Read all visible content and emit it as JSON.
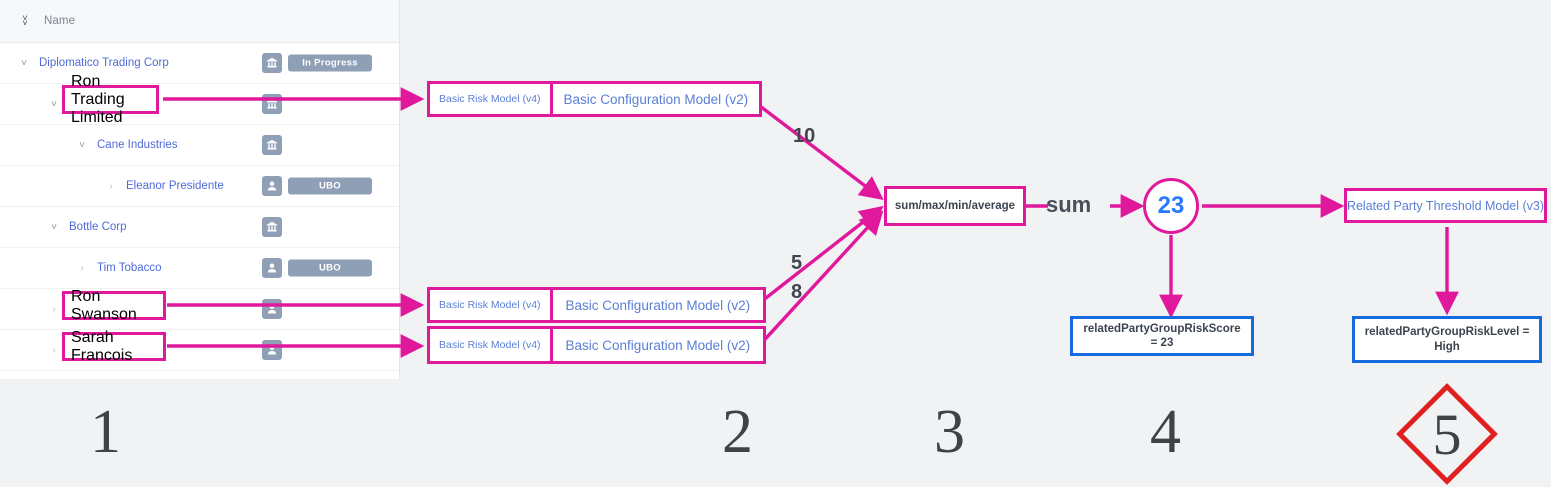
{
  "tree": {
    "header": {
      "label": "Name",
      "collapse_icon": "collapse-all-icon"
    },
    "rows": [
      {
        "name": "Diplomatico Trading Corp",
        "caret": "chevron-down-icon",
        "indent": 0,
        "icon": "bank-icon",
        "badge": "In Progress",
        "highlighted": false
      },
      {
        "name": "Ron Trading Limited",
        "caret": "chevron-down-icon",
        "indent": 1,
        "icon": "bank-icon",
        "badge": "",
        "highlighted": true
      },
      {
        "name": "Cane Industries",
        "caret": "chevron-down-icon",
        "indent": 2,
        "icon": "bank-icon",
        "badge": "",
        "highlighted": false
      },
      {
        "name": "Eleanor Presidente",
        "caret": "chevron-right-icon",
        "indent": 3,
        "icon": "person-icon",
        "badge": "UBO",
        "highlighted": false
      },
      {
        "name": "Bottle Corp",
        "caret": "chevron-down-icon",
        "indent": 1,
        "icon": "bank-icon",
        "badge": "",
        "highlighted": false
      },
      {
        "name": "Tim Tobacco",
        "caret": "chevron-right-icon",
        "indent": 2,
        "icon": "person-icon",
        "badge": "UBO",
        "highlighted": false
      },
      {
        "name": "Ron Swanson",
        "caret": "chevron-right-icon",
        "indent": 0,
        "icon": "person-icon",
        "badge": "",
        "highlighted": true
      },
      {
        "name": "Sarah Francois",
        "caret": "chevron-right-icon",
        "indent": 0,
        "icon": "person-icon",
        "badge": "",
        "highlighted": true
      }
    ]
  },
  "models": {
    "risk_label": "Basic Risk Model (v4)",
    "config_label": "Basic Configuration Model (v2)",
    "rows": [
      {
        "risk": "Basic Risk Model (v4)",
        "config": "Basic Configuration Model (v2)"
      },
      {
        "risk": "Basic Risk Model (v4)",
        "config": "Basic Configuration Model (v2)"
      },
      {
        "risk": "Basic Risk Model (v4)",
        "config": "Basic Configuration Model (v2)"
      }
    ]
  },
  "aggregator": {
    "label": "sum/max/min/average",
    "selected_operation": "sum",
    "input_weights": [
      "10",
      "5",
      "8"
    ]
  },
  "result": {
    "value": "23",
    "value_color": "#2979ff"
  },
  "threshold": {
    "label": "Related Party Threshold Model (v3)"
  },
  "outcomes": [
    {
      "label": "relatedPartyGroupRiskScore = 23"
    },
    {
      "label": "relatedPartyGroupRiskLevel = High"
    }
  ],
  "steps": [
    {
      "number": "1",
      "shape": "plain"
    },
    {
      "number": "2",
      "shape": "plain"
    },
    {
      "number": "3",
      "shape": "plain"
    },
    {
      "number": "4",
      "shape": "plain"
    },
    {
      "number": "5",
      "shape": "diamond"
    }
  ],
  "colors": {
    "accent_magenta": "#e0189c",
    "accent_blue": "#1769e0",
    "value_blue": "#2979ff",
    "badge_grey": "#8fa0b6",
    "link_blue": "#4f6bd8",
    "diamond_red": "#e02020",
    "background": "#f0f2f4"
  }
}
